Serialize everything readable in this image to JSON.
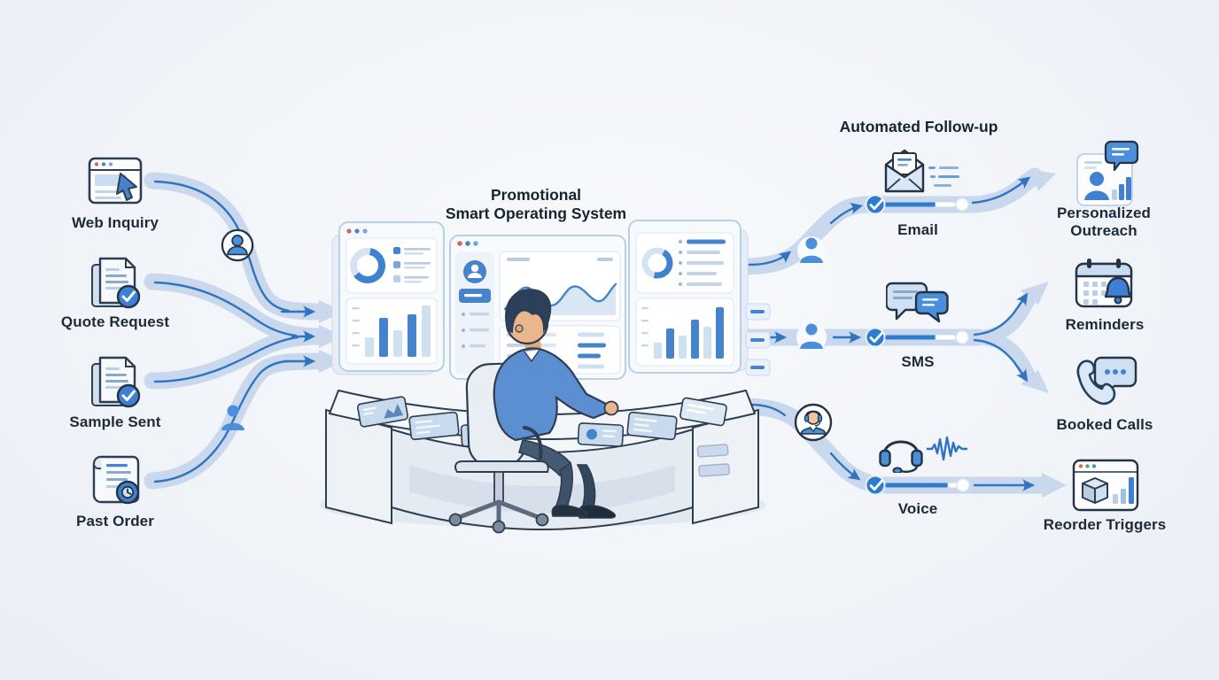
{
  "sources": [
    {
      "label": "Web Inquiry",
      "icon": "browser-cursor-icon"
    },
    {
      "label": "Quote Request",
      "icon": "document-check-icon"
    },
    {
      "label": "Sample Sent",
      "icon": "document-check-icon"
    },
    {
      "label": "Past Order",
      "icon": "receipt-clock-icon"
    }
  ],
  "center": {
    "title_line1": "Promotional",
    "title_line2": "Smart Operating System",
    "illustration": "operator-at-control-desk-with-dashboards"
  },
  "followup": {
    "header": "Automated Follow-up",
    "channels": [
      {
        "label": "Email",
        "icon": "open-envelope-icon"
      },
      {
        "label": "SMS",
        "icon": "chat-bubbles-icon"
      },
      {
        "label": "Voice",
        "icon": "headset-waveform-icon"
      }
    ]
  },
  "outcomes": [
    {
      "label": "Personalized Outreach",
      "icon": "profile-chart-bubble-icon"
    },
    {
      "label": "Reminders",
      "icon": "calendar-bell-icon"
    },
    {
      "label": "Booked Calls",
      "icon": "phone-chat-icon"
    },
    {
      "label": "Reorder Triggers",
      "icon": "package-chart-icon"
    }
  ],
  "colors": {
    "accent_blue": "#3b82d4",
    "line_blue": "#2f74c1",
    "band_blue": "#c9d8ec",
    "dark_outline": "#2e3d50",
    "text": "#1d2a39",
    "background": "#f1f4f9",
    "check_circle": "#2e7ccd"
  }
}
